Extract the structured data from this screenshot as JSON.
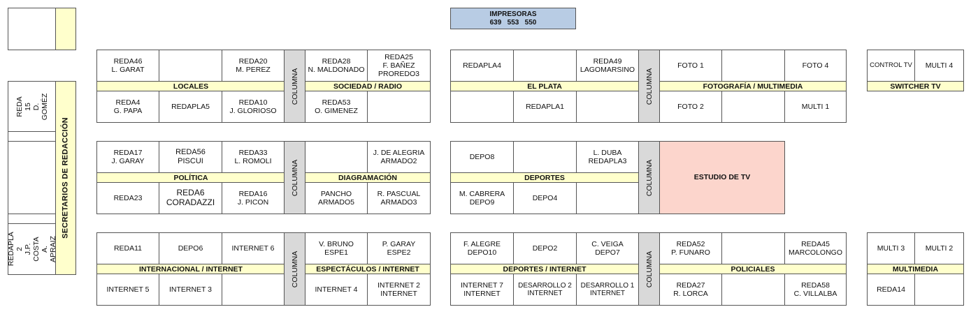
{
  "printers": {
    "title": "IMPRESORAS",
    "numbers": "639   553   550"
  },
  "left_side": {
    "secretarios": "SECRETARIOS DE REDACCIÓN",
    "reda15": "REDA 15\nD. GOMÉZ",
    "redapla2": "REDAPLA 2\nJ.P. COSTA\nA. APRAIZ"
  },
  "column_label": "COLUMNA",
  "sections": {
    "locales": "LOCALES",
    "sociedad_radio": "SOCIEDAD / RADIO",
    "el_plata": "EL PLATA",
    "fotografia": "FOTOGRAFÍA / MULTIMEDIA",
    "switcher": "SWITCHER TV",
    "politica": "POLÍTICA",
    "diagramacion": "DIAGRAMACIÓN",
    "deportes": "DEPORTES",
    "estudio_tv": "ESTUDIO DE TV",
    "internacional": "INTERNACIONAL / INTERNET",
    "espectaculos": "ESPECTÁCULOS / INTERNET",
    "deportes_internet": "DEPORTES / INTERNET",
    "policiales": "POLICIALES",
    "multimedia": "MULTIMEDIA"
  },
  "desks": {
    "r1_top": [
      "REDA46\nL. GARAT",
      "",
      "REDA20\nM. PEREZ",
      "REDA28\nN. MALDONADO",
      "REDA25\nF. BAÑEZ\nPROREDO3",
      "REDAPLA4",
      "",
      "REDA49\nLAGOMARSINO",
      "FOTO 1",
      "",
      "FOTO 4",
      "CONTROL TV",
      "MULTI 4"
    ],
    "r1_bot": [
      "REDA4\nG. PAPA",
      "REDAPLA5",
      "REDA10\nJ. GLORIOSO",
      "REDA53\nO. GIMENEZ",
      "",
      "",
      "REDAPLA1",
      "",
      "FOTO 2",
      "",
      "MULTI 1"
    ],
    "r2_top": [
      "REDA17\nJ. GARAY",
      "REDA56\nPISCUI",
      "REDA33\nL. ROMOLI",
      "",
      "J. DE ALEGRIA\nARMADO2",
      "DEPO8",
      "",
      "L. DUBA\nREDAPLA3"
    ],
    "r2_bot": [
      "REDA23",
      "REDA6\nCORADAZZI",
      "REDA16\nJ. PICON",
      "PANCHO\nARMADO5",
      "R. PASCUAL\nARMADO3",
      "M. CABRERA\nDEPO9",
      "DEPO4",
      ""
    ],
    "r3_top": [
      "REDA11",
      "DEPO6",
      "INTERNET 6",
      "V. BRUNO\nESPE1",
      "P. GARAY\nESPE2",
      "F. ALEGRE\nDEPO10",
      "DEPO2",
      "C. VEIGA\nDEPO7",
      "REDA52\nP. FUNARO",
      "",
      "REDA45\nMARCOLONGO",
      "MULTI 3",
      "MULTI 2"
    ],
    "r3_bot": [
      "INTERNET 5",
      "INTERNET 3",
      "",
      "INTERNET 4",
      "INTERNET 2\nINTERNET",
      "INTERNET 7\nINTERNET",
      "DESARROLLO 2\nINTERNET",
      "DESARROLLO 1\nINTERNET",
      "REDA27\nR. LORCA",
      "",
      "REDA58\nC. VILLALBA",
      "REDA14",
      ""
    ]
  },
  "colors": {
    "band": "#ffffcc",
    "column": "#d9d9d9",
    "printers": "#b8cce4",
    "studio": "#fcd5cc"
  }
}
